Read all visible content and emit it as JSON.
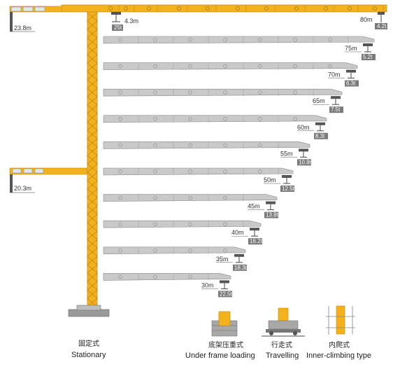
{
  "diagram": {
    "heights": [
      {
        "id": "stationary-height",
        "text": "23.8m"
      },
      {
        "id": "underframe-height",
        "text": "20.3m"
      }
    ],
    "jibs": [
      {
        "radius": "80m",
        "load": "4.2t"
      },
      {
        "radius": "75m",
        "load": "5.2t"
      },
      {
        "radius": "70m",
        "load": "6.3t"
      },
      {
        "radius": "65m",
        "load": "7.5t"
      },
      {
        "radius": "60m",
        "load": "8.3t"
      },
      {
        "radius": "55m",
        "load": "10.8t"
      },
      {
        "radius": "50m",
        "load": "12.5t"
      },
      {
        "radius": "45m",
        "load": "13.8t"
      },
      {
        "radius": "40m",
        "load": "16.2t"
      },
      {
        "radius": "35m",
        "load": "18.3t"
      },
      {
        "radius": "30m",
        "load": "22.5t"
      }
    ],
    "min_radius": {
      "radius": "4.3m",
      "load": "25t"
    },
    "types": [
      {
        "id": "stationary",
        "cn": "固定式",
        "en": "Stationary"
      },
      {
        "id": "under-frame-loading",
        "cn": "底架压重式",
        "en": "Under frame loading"
      },
      {
        "id": "travelling",
        "cn": "行走式",
        "en": "Travelling"
      },
      {
        "id": "inner-climbing",
        "cn": "内爬式",
        "en": "Inner-climbing type"
      }
    ],
    "colors": {
      "crane_yellow": "#f3b21b",
      "jib_gray": "#c9c9c9",
      "jib_stroke": "#8a8a8a",
      "load_box": "#7a7a7a"
    }
  }
}
